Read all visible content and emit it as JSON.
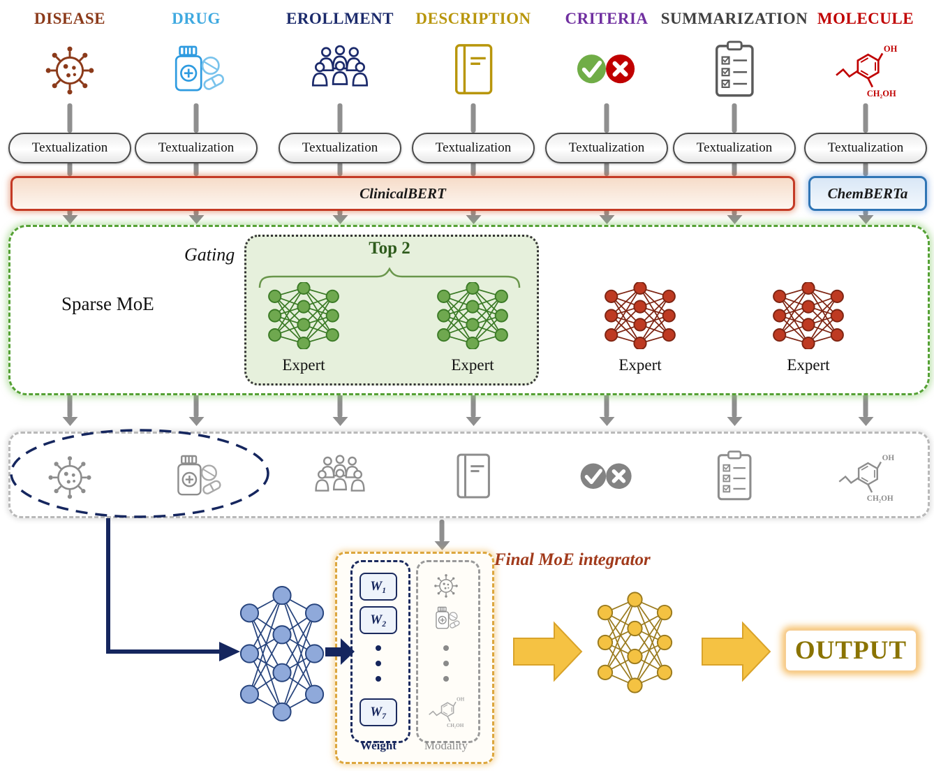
{
  "modalities": [
    {
      "label": "DISEASE",
      "icon": "virus-icon",
      "label_color": "#8B3A1A",
      "palette": {
        "primary": "#8B3A1A"
      }
    },
    {
      "label": "DRUG",
      "icon": "drug-icon",
      "label_color": "#3FA9E0",
      "palette": {
        "primary": "#2E9BE0",
        "secondary": "#79C3EC"
      }
    },
    {
      "label": "EROLLMENT",
      "icon": "people-icon",
      "label_color": "#1B2A6B",
      "palette": {
        "primary": "#1B2A6B"
      }
    },
    {
      "label": "DESCRIPTION",
      "icon": "book-icon",
      "label_color": "#B8960C",
      "palette": {
        "primary": "#B8960C"
      }
    },
    {
      "label": "CRITERIA",
      "icon": "criteria-icon",
      "label_color": "#7030A0",
      "palette": {
        "check": "#70AD47",
        "cross": "#C00000"
      }
    },
    {
      "label": "SUMMARIZATION",
      "icon": "clipboard-icon",
      "label_color": "#404040",
      "palette": {
        "primary": "#5A5A5A"
      }
    },
    {
      "label": "MOLECULE",
      "icon": "molecule-icon",
      "label_color": "#C00000",
      "palette": {
        "primary": "#C00000"
      }
    }
  ],
  "gray_palette": {
    "primary": "#8D8D8D",
    "secondary": "#A9A9A9",
    "check": "#838383",
    "cross": "#838383"
  },
  "textualization_label": "Textualization",
  "encoders": {
    "clinicalbert": "ClinicalBERT",
    "chemberta": "ChemBERTa"
  },
  "sparse_moe": {
    "label": "Sparse MoE",
    "gating": "Gating",
    "top2": "Top 2",
    "experts": [
      {
        "label": "Expert",
        "selected": true,
        "node_fill": "#6FA84F",
        "node_stroke": "#3B7A26"
      },
      {
        "label": "Expert",
        "selected": true,
        "node_fill": "#6FA84F",
        "node_stroke": "#3B7A26"
      },
      {
        "label": "Expert",
        "selected": false,
        "node_fill": "#BE3A22",
        "node_stroke": "#7D2412"
      },
      {
        "label": "Expert",
        "selected": false,
        "node_fill": "#BE3A22",
        "node_stroke": "#7D2412"
      }
    ]
  },
  "gating_network": {
    "node_fill": "#8FA9DA",
    "node_stroke": "#26437C"
  },
  "integrator": {
    "title": "Final MoE integrator",
    "weight_label": "Weight",
    "modality_label": "Modality",
    "weights": [
      "W₁",
      "W₂",
      "W₇"
    ]
  },
  "final_network": {
    "node_fill": "#F4C242",
    "node_stroke": "#9A7A1D"
  },
  "molecule_annotations": {
    "oh": "OH",
    "ch2oh": "CH₂OH"
  },
  "output_label": "OUTPUT",
  "accent_colors": {
    "clinicalbert_border": "#C43A25",
    "chemberta_border": "#2F75B5",
    "sparse_border": "#55A135",
    "arrow_gray": "#8F8F8F",
    "navy": "#15265E",
    "gold": "#F5C243"
  }
}
